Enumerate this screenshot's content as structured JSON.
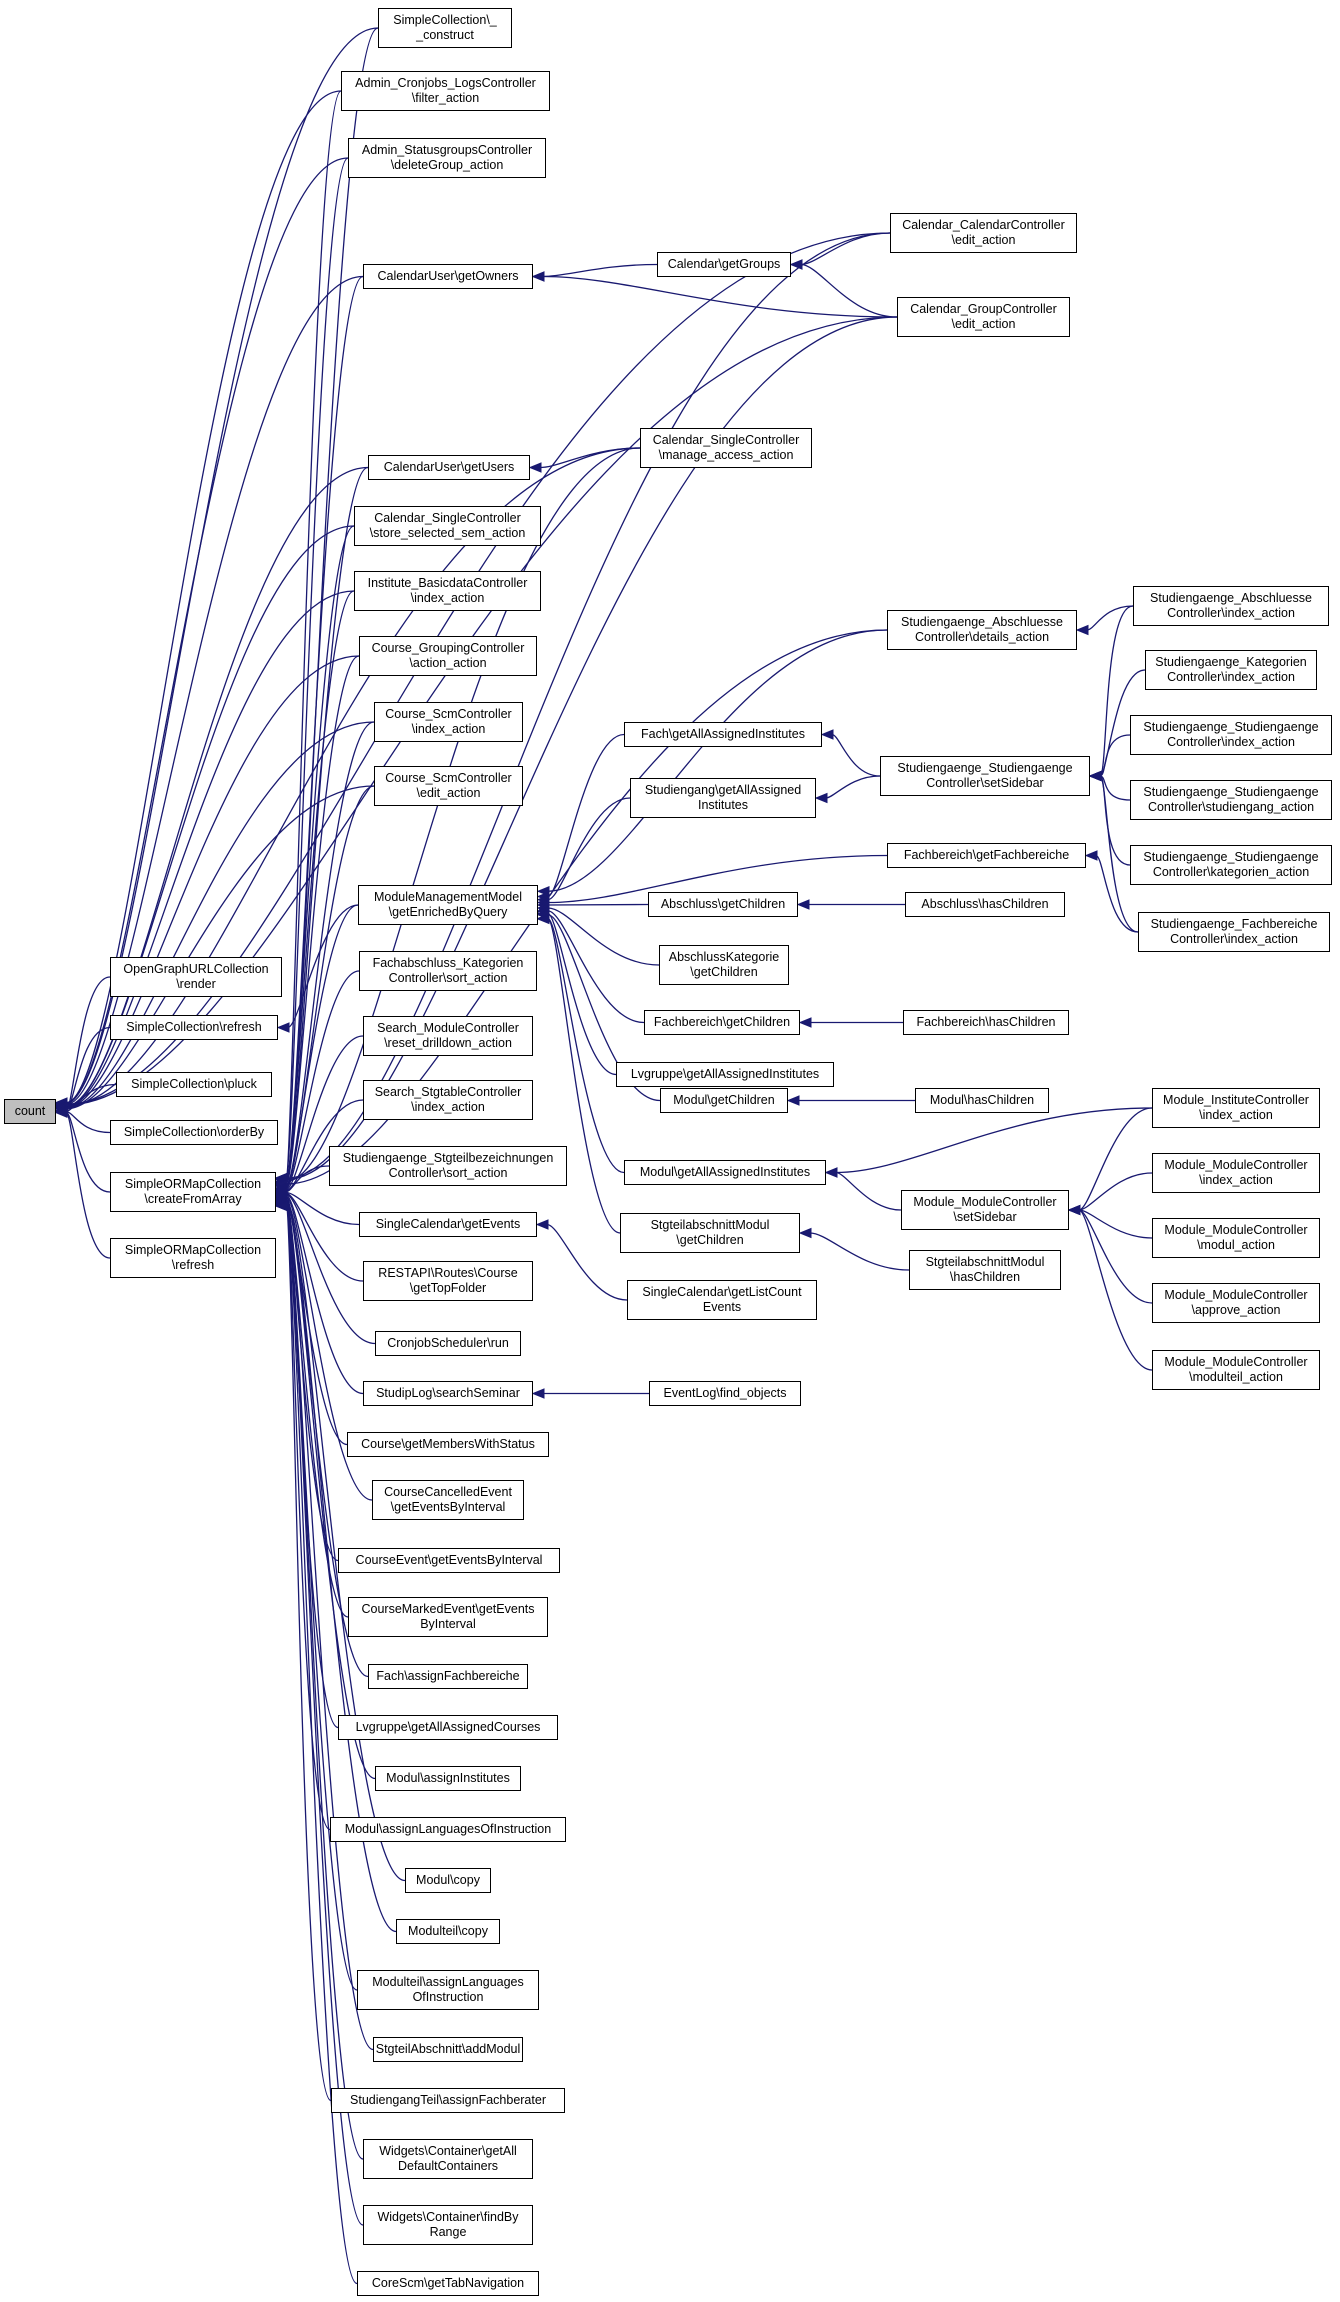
{
  "graph": {
    "title": "",
    "nodes": [
      {
        "id": "count",
        "lines": [
          "count"
        ]
      },
      {
        "id": "sc_construct",
        "lines": [
          "SimpleCollection\\_",
          "_construct"
        ]
      },
      {
        "id": "cron_filter",
        "lines": [
          "Admin_Cronjobs_LogsController",
          "\\filter_action"
        ]
      },
      {
        "id": "status_delete",
        "lines": [
          "Admin_StatusgroupsController",
          "\\deleteGroup_action"
        ]
      },
      {
        "id": "calctrl_edit",
        "lines": [
          "Calendar_CalendarController",
          "\\edit_action"
        ]
      },
      {
        "id": "cal_getgroups",
        "lines": [
          "Calendar\\getGroups"
        ]
      },
      {
        "id": "caluser_owners",
        "lines": [
          "CalendarUser\\getOwners"
        ]
      },
      {
        "id": "calgroup_edit",
        "lines": [
          "Calendar_GroupController",
          "\\edit_action"
        ]
      },
      {
        "id": "calsingle_manage",
        "lines": [
          "Calendar_SingleController",
          "\\manage_access_action"
        ]
      },
      {
        "id": "caluser_users",
        "lines": [
          "CalendarUser\\getUsers"
        ]
      },
      {
        "id": "calsingle_store",
        "lines": [
          "Calendar_SingleController",
          "\\store_selected_sem_action"
        ]
      },
      {
        "id": "inst_basic",
        "lines": [
          "Institute_BasicdataController",
          "\\index_action"
        ]
      },
      {
        "id": "course_grouping",
        "lines": [
          "Course_GroupingController",
          "\\action_action"
        ]
      },
      {
        "id": "studab_index",
        "lines": [
          "Studiengaenge_Abschluesse",
          "Controller\\index_action"
        ]
      },
      {
        "id": "studab_details",
        "lines": [
          "Studiengaenge_Abschluesse",
          "Controller\\details_action"
        ]
      },
      {
        "id": "studkat_index",
        "lines": [
          "Studiengaenge_Kategorien",
          "Controller\\index_action"
        ]
      },
      {
        "id": "scm_index",
        "lines": [
          "Course_ScmController",
          "\\index_action"
        ]
      },
      {
        "id": "fach_inst",
        "lines": [
          "Fach\\getAllAssignedInstitutes"
        ]
      },
      {
        "id": "stud_setsidebar",
        "lines": [
          "Studiengaenge_Studiengaenge",
          "Controller\\setSidebar"
        ]
      },
      {
        "id": "studstud_index",
        "lines": [
          "Studiengaenge_Studiengaenge",
          "Controller\\index_action"
        ]
      },
      {
        "id": "scm_edit",
        "lines": [
          "Course_ScmController",
          "\\edit_action"
        ]
      },
      {
        "id": "studgang_inst",
        "lines": [
          "Studiengang\\getAllAssigned",
          "Institutes"
        ]
      },
      {
        "id": "studstud_studgang",
        "lines": [
          "Studiengaenge_Studiengaenge",
          "Controller\\studiengang_action"
        ]
      },
      {
        "id": "fachber_get",
        "lines": [
          "Fachbereich\\getFachbereiche"
        ]
      },
      {
        "id": "studstud_kat",
        "lines": [
          "Studiengaenge_Studiengaenge",
          "Controller\\kategorien_action"
        ]
      },
      {
        "id": "mmm_enriched",
        "lines": [
          "ModuleManagementModel",
          "\\getEnrichedByQuery"
        ]
      },
      {
        "id": "absch_children",
        "lines": [
          "Abschluss\\getChildren"
        ]
      },
      {
        "id": "absch_has",
        "lines": [
          "Abschluss\\hasChildren"
        ]
      },
      {
        "id": "studfach_index",
        "lines": [
          "Studiengaenge_Fachbereiche",
          "Controller\\index_action"
        ]
      },
      {
        "id": "ogu_render",
        "lines": [
          "OpenGraphURLCollection",
          "\\render"
        ]
      },
      {
        "id": "fachabschl_sort",
        "lines": [
          "Fachabschluss_Kategorien",
          "Controller\\sort_action"
        ]
      },
      {
        "id": "abschkat_children",
        "lines": [
          "AbschlussKategorie",
          "\\getChildren"
        ]
      },
      {
        "id": "sc_refresh",
        "lines": [
          "SimpleCollection\\refresh"
        ]
      },
      {
        "id": "fachber_children",
        "lines": [
          "Fachbereich\\getChildren"
        ]
      },
      {
        "id": "fachber_has",
        "lines": [
          "Fachbereich\\hasChildren"
        ]
      },
      {
        "id": "search_module",
        "lines": [
          "Search_ModuleController",
          "\\reset_drilldown_action"
        ]
      },
      {
        "id": "lvg_inst",
        "lines": [
          "Lvgruppe\\getAllAssignedInstitutes"
        ]
      },
      {
        "id": "sc_pluck",
        "lines": [
          "SimpleCollection\\pluck"
        ]
      },
      {
        "id": "modul_children",
        "lines": [
          "Modul\\getChildren"
        ]
      },
      {
        "id": "modul_has",
        "lines": [
          "Modul\\hasChildren"
        ]
      },
      {
        "id": "modinst_index",
        "lines": [
          "Module_InstituteController",
          "\\index_action"
        ]
      },
      {
        "id": "search_stg",
        "lines": [
          "Search_StgtableController",
          "\\index_action"
        ]
      },
      {
        "id": "count_root_pad",
        "lines": []
      },
      {
        "id": "sc_orderby",
        "lines": [
          "SimpleCollection\\orderBy"
        ]
      },
      {
        "id": "modul_inst",
        "lines": [
          "Modul\\getAllAssignedInstitutes"
        ]
      },
      {
        "id": "modmod_index",
        "lines": [
          "Module_ModuleController",
          "\\index_action"
        ]
      },
      {
        "id": "stg_sort",
        "lines": [
          "Studiengaenge_Stgteilbezeichnungen",
          "Controller\\sort_action"
        ]
      },
      {
        "id": "modmod_sidebar",
        "lines": [
          "Module_ModuleController",
          "\\setSidebar"
        ]
      },
      {
        "id": "sorm_create",
        "lines": [
          "SimpleORMapCollection",
          "\\createFromArray"
        ]
      },
      {
        "id": "singlecal_events",
        "lines": [
          "SingleCalendar\\getEvents"
        ]
      },
      {
        "id": "stgmodul_children",
        "lines": [
          "StgteilabschnittModul",
          "\\getChildren"
        ]
      },
      {
        "id": "modmod_modul",
        "lines": [
          "Module_ModuleController",
          "\\modul_action"
        ]
      },
      {
        "id": "stgmodul_has",
        "lines": [
          "StgteilabschnittModul",
          "\\hasChildren"
        ]
      },
      {
        "id": "sorm_refresh",
        "lines": [
          "SimpleORMapCollection",
          "\\refresh"
        ]
      },
      {
        "id": "rest_course",
        "lines": [
          "RESTAPI\\Routes\\Course",
          "\\getTopFolder"
        ]
      },
      {
        "id": "singlecal_count",
        "lines": [
          "SingleCalendar\\getListCount",
          "Events"
        ]
      },
      {
        "id": "modmod_approve",
        "lines": [
          "Module_ModuleController",
          "\\approve_action"
        ]
      },
      {
        "id": "cron_run",
        "lines": [
          "CronjobScheduler\\run"
        ]
      },
      {
        "id": "modmod_modulteil",
        "lines": [
          "Module_ModuleController",
          "\\modulteil_action"
        ]
      },
      {
        "id": "studiplog_search",
        "lines": [
          "StudipLog\\searchSeminar"
        ]
      },
      {
        "id": "eventlog_find",
        "lines": [
          "EventLog\\find_objects"
        ]
      },
      {
        "id": "course_members",
        "lines": [
          "Course\\getMembersWithStatus"
        ]
      },
      {
        "id": "cce_interval",
        "lines": [
          "CourseCancelledEvent",
          "\\getEventsByInterval"
        ]
      },
      {
        "id": "ce_interval",
        "lines": [
          "CourseEvent\\getEventsByInterval"
        ]
      },
      {
        "id": "cme_interval",
        "lines": [
          "CourseMarkedEvent\\getEvents",
          "ByInterval"
        ]
      },
      {
        "id": "fach_assign",
        "lines": [
          "Fach\\assignFachbereiche"
        ]
      },
      {
        "id": "lvg_courses",
        "lines": [
          "Lvgruppe\\getAllAssignedCourses"
        ]
      },
      {
        "id": "modul_assigninst",
        "lines": [
          "Modul\\assignInstitutes"
        ]
      },
      {
        "id": "modul_lang",
        "lines": [
          "Modul\\assignLanguagesOfInstruction"
        ]
      },
      {
        "id": "modul_copy",
        "lines": [
          "Modul\\copy"
        ]
      },
      {
        "id": "modulteil_copy",
        "lines": [
          "Modulteil\\copy"
        ]
      },
      {
        "id": "modulteil_lang",
        "lines": [
          "Modulteil\\assignLanguages",
          "OfInstruction"
        ]
      },
      {
        "id": "stgab_add",
        "lines": [
          "StgteilAbschnitt\\addModul"
        ]
      },
      {
        "id": "stgteil_fach",
        "lines": [
          "StudiengangTeil\\assignFachberater"
        ]
      },
      {
        "id": "widget_default",
        "lines": [
          "Widgets\\Container\\getAll",
          "DefaultContainers"
        ]
      },
      {
        "id": "widget_range",
        "lines": [
          "Widgets\\Container\\findBy",
          "Range"
        ]
      },
      {
        "id": "corescm_tab",
        "lines": [
          "CoreScm\\getTabNavigation"
        ]
      }
    ],
    "edges": [
      [
        "sc_construct",
        "count"
      ],
      [
        "cron_filter",
        "count"
      ],
      [
        "status_delete",
        "count"
      ],
      [
        "calctrl_edit",
        "count"
      ],
      [
        "caluser_owners",
        "count"
      ],
      [
        "calgroup_edit",
        "count"
      ],
      [
        "calsingle_manage",
        "count"
      ],
      [
        "caluser_users",
        "count"
      ],
      [
        "calsingle_store",
        "count"
      ],
      [
        "inst_basic",
        "count"
      ],
      [
        "course_grouping",
        "count"
      ],
      [
        "scm_index",
        "count"
      ],
      [
        "scm_edit",
        "count"
      ],
      [
        "ogu_render",
        "count"
      ],
      [
        "sc_refresh",
        "count"
      ],
      [
        "sc_pluck",
        "count"
      ],
      [
        "sc_orderby",
        "count"
      ],
      [
        "sorm_create",
        "count"
      ],
      [
        "sorm_refresh",
        "count"
      ],
      [
        "calctrl_edit",
        "cal_getgroups"
      ],
      [
        "calgroup_edit",
        "cal_getgroups"
      ],
      [
        "cal_getgroups",
        "caluser_owners"
      ],
      [
        "calgroup_edit",
        "caluser_owners"
      ],
      [
        "calsingle_manage",
        "caluser_users"
      ],
      [
        "studab_index",
        "studab_details"
      ],
      [
        "studab_index",
        "stud_setsidebar"
      ],
      [
        "studkat_index",
        "stud_setsidebar"
      ],
      [
        "studstud_index",
        "stud_setsidebar"
      ],
      [
        "studstud_studgang",
        "stud_setsidebar"
      ],
      [
        "studstud_kat",
        "stud_setsidebar"
      ],
      [
        "studfach_index",
        "stud_setsidebar"
      ],
      [
        "stud_setsidebar",
        "fach_inst"
      ],
      [
        "stud_setsidebar",
        "studgang_inst"
      ],
      [
        "studfach_index",
        "fachber_get"
      ],
      [
        "absch_has",
        "absch_children"
      ],
      [
        "fachber_has",
        "fachber_children"
      ],
      [
        "modul_has",
        "modul_children"
      ],
      [
        "stgmodul_has",
        "stgmodul_children"
      ],
      [
        "modinst_index",
        "modmod_sidebar"
      ],
      [
        "modmod_index",
        "modmod_sidebar"
      ],
      [
        "modmod_modul",
        "modmod_sidebar"
      ],
      [
        "modmod_approve",
        "modmod_sidebar"
      ],
      [
        "modmod_modulteil",
        "modmod_sidebar"
      ],
      [
        "modmod_sidebar",
        "modul_inst"
      ],
      [
        "modinst_index",
        "modul_inst"
      ],
      [
        "studab_details",
        "mmm_enriched"
      ],
      [
        "fach_inst",
        "mmm_enriched"
      ],
      [
        "studgang_inst",
        "mmm_enriched"
      ],
      [
        "fachber_get",
        "mmm_enriched"
      ],
      [
        "absch_children",
        "mmm_enriched"
      ],
      [
        "abschkat_children",
        "mmm_enriched"
      ],
      [
        "fachber_children",
        "mmm_enriched"
      ],
      [
        "lvg_inst",
        "mmm_enriched"
      ],
      [
        "modul_children",
        "mmm_enriched"
      ],
      [
        "modul_inst",
        "mmm_enriched"
      ],
      [
        "stgmodul_children",
        "mmm_enriched"
      ],
      [
        "mmm_enriched",
        "sc_refresh"
      ],
      [
        "singlecal_count",
        "singlecal_events"
      ],
      [
        "eventlog_find",
        "studiplog_search"
      ],
      [
        "sc_construct",
        "sorm_create"
      ],
      [
        "cron_filter",
        "sorm_create"
      ],
      [
        "status_delete",
        "sorm_create"
      ],
      [
        "calctrl_edit",
        "sorm_create"
      ],
      [
        "caluser_owners",
        "sorm_create"
      ],
      [
        "calgroup_edit",
        "sorm_create"
      ],
      [
        "calsingle_manage",
        "sorm_create"
      ],
      [
        "caluser_users",
        "sorm_create"
      ],
      [
        "calsingle_store",
        "sorm_create"
      ],
      [
        "inst_basic",
        "sorm_create"
      ],
      [
        "course_grouping",
        "sorm_create"
      ],
      [
        "scm_index",
        "sorm_create"
      ],
      [
        "scm_edit",
        "sorm_create"
      ],
      [
        "studab_details",
        "sorm_create"
      ],
      [
        "mmm_enriched",
        "sorm_create"
      ],
      [
        "fachabschl_sort",
        "sorm_create"
      ],
      [
        "search_module",
        "sorm_create"
      ],
      [
        "search_stg",
        "sorm_create"
      ],
      [
        "stg_sort",
        "sorm_create"
      ],
      [
        "singlecal_events",
        "sorm_create"
      ],
      [
        "rest_course",
        "sorm_create"
      ],
      [
        "cron_run",
        "sorm_create"
      ],
      [
        "studiplog_search",
        "sorm_create"
      ],
      [
        "course_members",
        "sorm_create"
      ],
      [
        "cce_interval",
        "sorm_create"
      ],
      [
        "ce_interval",
        "sorm_create"
      ],
      [
        "cme_interval",
        "sorm_create"
      ],
      [
        "fach_assign",
        "sorm_create"
      ],
      [
        "lvg_courses",
        "sorm_create"
      ],
      [
        "modul_assigninst",
        "sorm_create"
      ],
      [
        "modul_lang",
        "sorm_create"
      ],
      [
        "modul_copy",
        "sorm_create"
      ],
      [
        "modulteil_copy",
        "sorm_create"
      ],
      [
        "modulteil_lang",
        "sorm_create"
      ],
      [
        "stgab_add",
        "sorm_create"
      ],
      [
        "stgteil_fach",
        "sorm_create"
      ],
      [
        "widget_default",
        "sorm_create"
      ],
      [
        "widget_range",
        "sorm_create"
      ],
      [
        "corescm_tab",
        "sorm_create"
      ]
    ]
  },
  "colors": {
    "edge": "#191970",
    "node_border": "#000000",
    "root_fill": "#bfbfbf",
    "node_fill": "#ffffff"
  }
}
